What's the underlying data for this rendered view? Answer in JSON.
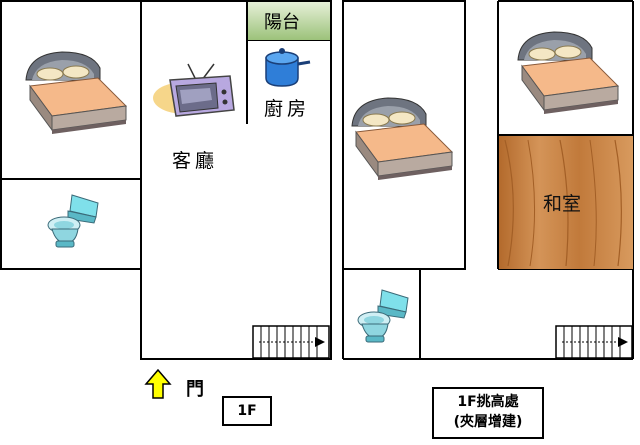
{
  "plan_1f": {
    "balcony_label": "陽台",
    "kitchen_label": "廚房",
    "living_room_label": "客廳",
    "door_label": "門",
    "floor_tag": "1F"
  },
  "plan_mezzanine": {
    "tatami_room_label": "和室",
    "floor_tag_line1": "1F挑高處",
    "floor_tag_line2": "(夾層增建)"
  },
  "colors": {
    "balcony_fill": "#cfe3b5",
    "wood": "#c9874a",
    "arrow": "#ffff00"
  }
}
